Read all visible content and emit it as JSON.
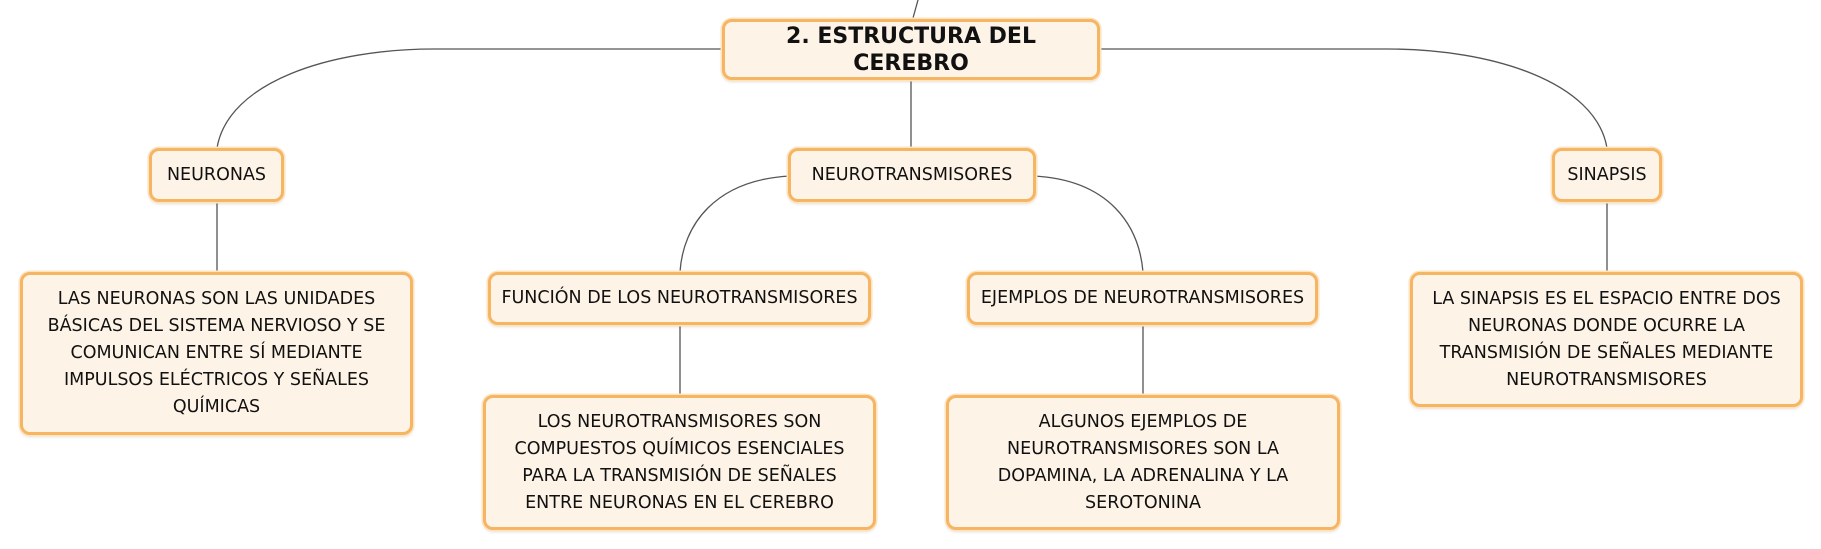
{
  "root": {
    "title": "2. ESTRUCTURA DEL CEREBRO"
  },
  "branches": {
    "neuronas": {
      "label": "NEURONAS",
      "detail": "LAS NEURONAS SON LAS UNIDADES BÁSICAS DEL SISTEMA NERVIOSO Y SE COMUNICAN ENTRE SÍ MEDIANTE IMPULSOS ELÉCTRICOS Y SEÑALES QUÍMICAS"
    },
    "neurotransmisores": {
      "label": "NEUROTRANSMISORES",
      "funcion": {
        "label": "FUNCIÓN DE LOS NEUROTRANSMISORES",
        "detail": "LOS NEUROTRANSMISORES SON COMPUESTOS QUÍMICOS ESENCIALES PARA LA TRANSMISIÓN DE SEÑALES ENTRE NEURONAS EN EL CEREBRO"
      },
      "ejemplos": {
        "label": "EJEMPLOS DE NEUROTRANSMISORES",
        "detail": "ALGUNOS EJEMPLOS DE NEUROTRANSMISORES SON LA DOPAMINA, LA ADRENALINA Y LA SEROTONINA"
      }
    },
    "sinapsis": {
      "label": "SINAPSIS",
      "detail": "LA SINAPSIS ES EL ESPACIO ENTRE DOS NEURONAS DONDE OCURRE LA TRANSMISIÓN DE SEÑALES MEDIANTE NEUROTRANSMISORES"
    }
  },
  "colors": {
    "node_fill": "#fdf3e7",
    "node_border": "#f5b563",
    "connector": "#555555"
  }
}
